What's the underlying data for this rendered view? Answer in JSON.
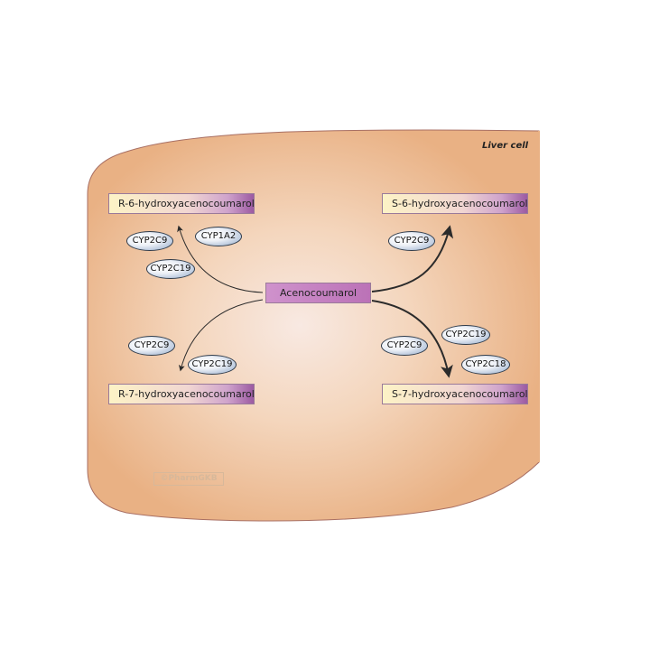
{
  "cell": {
    "label": "Liver cell",
    "fill": "#e9b184",
    "inner": "#f8e9e2",
    "border": "#a86f63"
  },
  "drug": {
    "label": "Acenocoumarol"
  },
  "metabolites": {
    "r6": "R-6-hydroxyacenocoumarol",
    "r7": "R-7-hydroxyacenocoumarol",
    "s6": "S-6-hydroxyacenocoumarol",
    "s7": "S-7-hydroxyacenocoumarol"
  },
  "enzymes": {
    "r6_a": "CYP2C9",
    "r6_b": "CYP1A2",
    "r6_c": "CYP2C19",
    "s6_a": "CYP2C9",
    "r7_a": "CYP2C9",
    "r7_b": "CYP2C19",
    "s7_a": "CYP2C9",
    "s7_b": "CYP2C19",
    "s7_c": "CYP2C18"
  },
  "copyright": "©PharmGKB"
}
